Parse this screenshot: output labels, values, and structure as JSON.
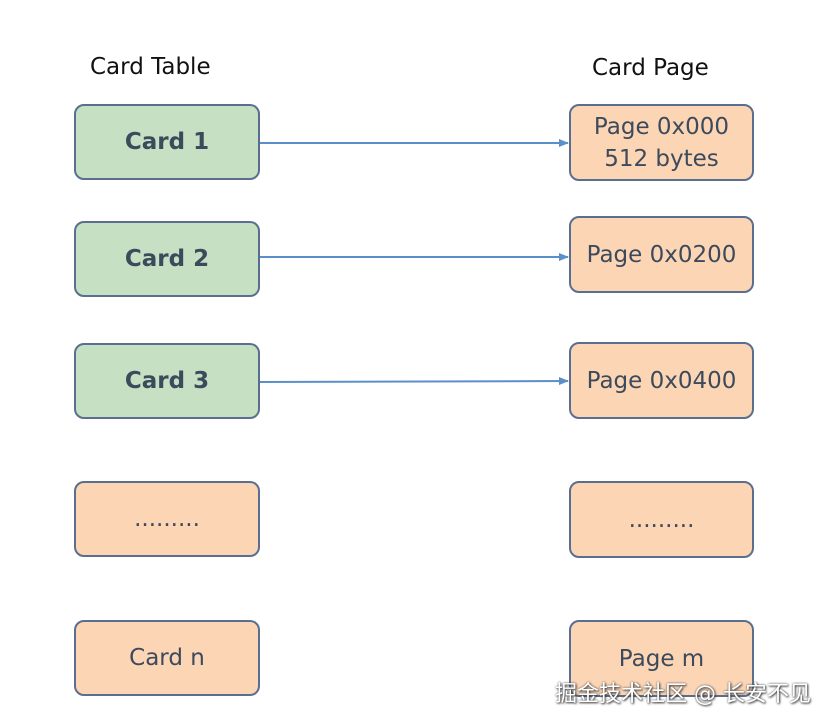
{
  "headings": {
    "left": "Card Table",
    "right": "Card Page"
  },
  "cards": [
    "Card 1",
    "Card 2",
    "Card 3",
    ".........",
    "Card n"
  ],
  "pages": [
    {
      "line1": "Page 0x000",
      "line2": "512 bytes"
    },
    {
      "line1": "Page 0x0200"
    },
    {
      "line1": "Page 0x0400"
    },
    {
      "line1": "........."
    },
    {
      "line1": "Page m"
    }
  ],
  "watermark": "掘金技术社区 @ 长安不见",
  "colors": {
    "card_green": "#c6e0c3",
    "card_peach": "#fcd5b5",
    "border": "#5a6f8f",
    "arrow": "#5b8fc9"
  }
}
